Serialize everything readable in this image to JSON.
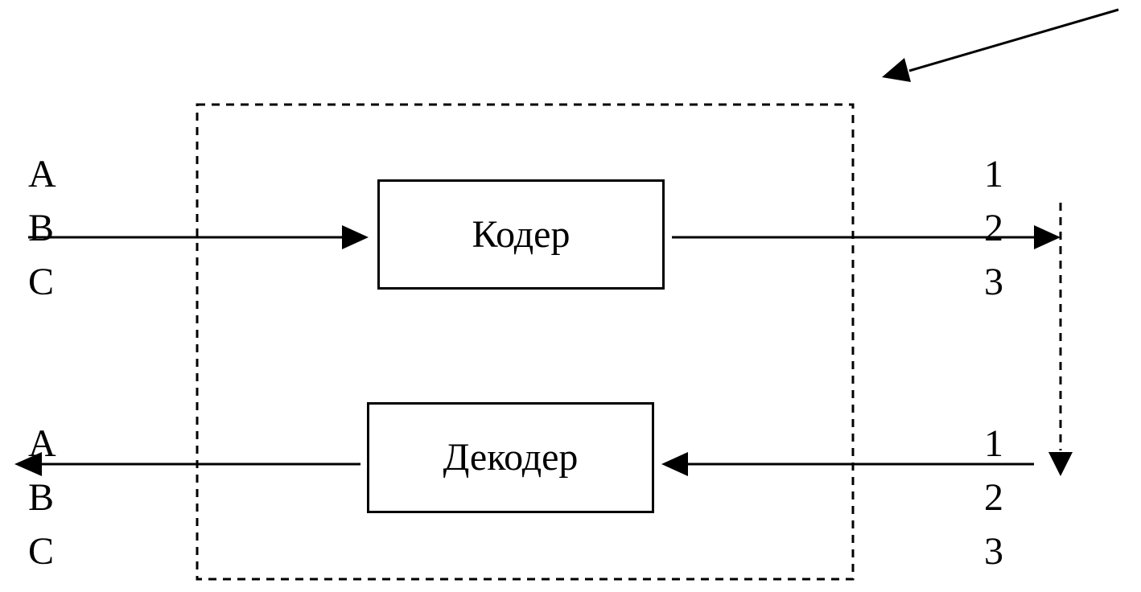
{
  "diagram": {
    "encoder_label": "Кодер",
    "decoder_label": "Декодер",
    "input_symbols": [
      "A",
      "B",
      "C"
    ],
    "output_symbols": [
      "A",
      "B",
      "C"
    ],
    "code_symbols_top": [
      "1",
      "2",
      "3"
    ],
    "code_symbols_bottom": [
      "1",
      "2",
      "3"
    ]
  }
}
